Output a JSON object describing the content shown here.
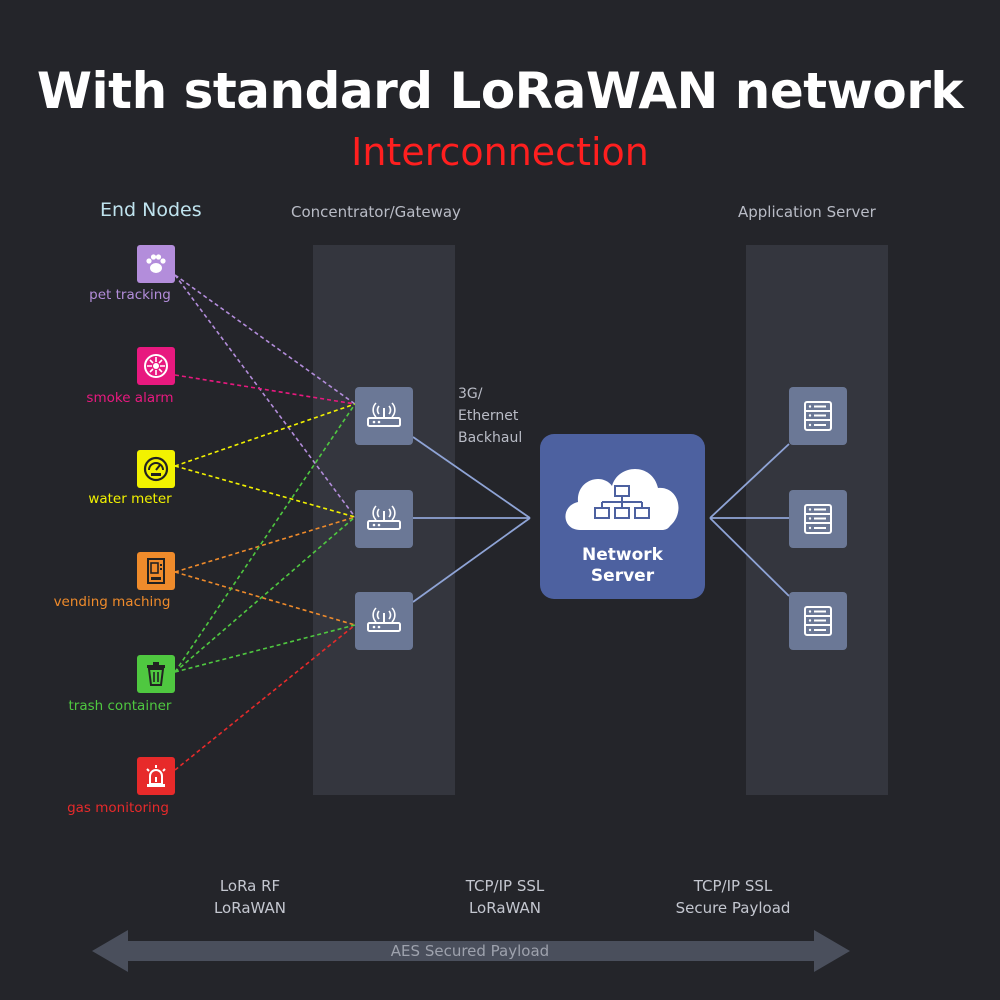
{
  "title": "With standard LoRaWAN network",
  "subtitle": "Interconnection",
  "columns": {
    "end_nodes": "End Nodes",
    "gateway": "Concentrator/Gateway",
    "app_server": "Application Server"
  },
  "end_nodes": [
    {
      "label": "pet tracking",
      "color": "#b38ddb",
      "icon": "paw-icon"
    },
    {
      "label": "smoke alarm",
      "color": "#e8197f",
      "icon": "smoke-detector-icon"
    },
    {
      "label": "water meter",
      "color": "#f2f200",
      "icon": "meter-gauge-icon"
    },
    {
      "label": "vending maching",
      "color": "#ef8b2b",
      "icon": "vending-machine-icon"
    },
    {
      "label": "trash container",
      "color": "#4fc840",
      "icon": "trash-can-icon"
    },
    {
      "label": "gas monitoring",
      "color": "#e72a2a",
      "icon": "alarm-siren-icon"
    }
  ],
  "gateways": [
    {
      "icon": "gateway-antenna-icon"
    },
    {
      "icon": "gateway-antenna-icon"
    },
    {
      "icon": "gateway-antenna-icon"
    }
  ],
  "backhaul": {
    "line1": "3G/",
    "line2": "Ethernet",
    "line3": "Backhaul"
  },
  "network_server": {
    "line1": "Network",
    "line2": "Server",
    "icon": "cloud-network-icon"
  },
  "app_servers": [
    {
      "icon": "server-icon"
    },
    {
      "icon": "server-icon"
    },
    {
      "icon": "server-icon"
    }
  ],
  "protocols": [
    {
      "line1": "LoRa RF",
      "line2": "LoRaWAN"
    },
    {
      "line1": "TCP/IP SSL",
      "line2": "LoRaWAN"
    },
    {
      "line1": "TCP/IP SSL",
      "line2": "Secure Payload"
    }
  ],
  "aes_label": "AES Secured Payload",
  "colors": {
    "background": "#24252a",
    "panel": "#34363e",
    "device_box": "#6b7896",
    "network_server": "#4d61a0",
    "link_line": "#8fa4d6",
    "title": "#ffffff",
    "subtitle": "#ff1f1f"
  }
}
